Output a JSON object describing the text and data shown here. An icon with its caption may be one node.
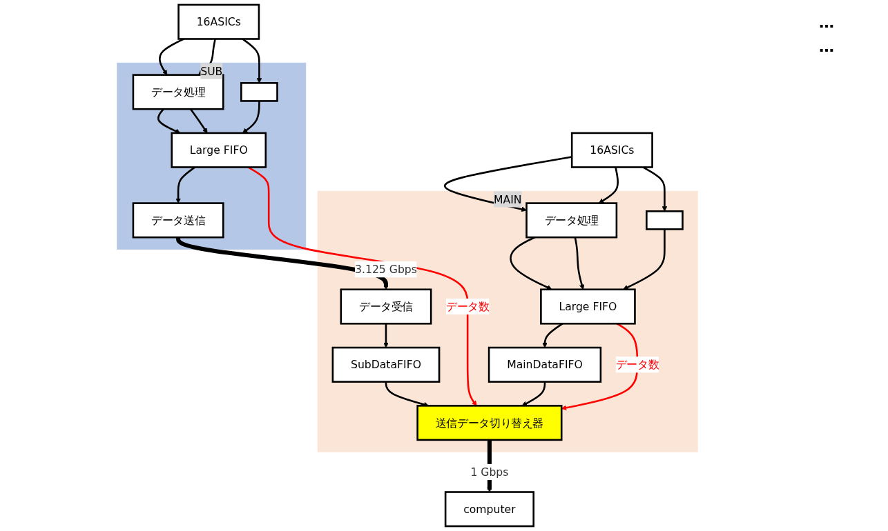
{
  "diagram": {
    "nodes": [
      {
        "text": [
          "16ASICs"
        ]
      },
      {
        "text": [
          "16ASICs"
        ]
      },
      {
        "text": [
          "SUB"
        ]
      },
      {
        "text": [
          "データ処理"
        ],
        "in": 2
      },
      {
        "text": [],
        "shape": "box",
        "in": 2
      },
      {
        "text": [
          "Large FIFO"
        ],
        "in": 2
      },
      {
        "text": [
          "データ送信"
        ],
        "in": 2
      },
      {
        "text": [
          "MAIN"
        ]
      },
      {
        "text": [
          "データ受信"
        ],
        "in": 7
      },
      {
        "text": [
          "データ処理"
        ],
        "in": 7
      },
      {
        "text": [],
        "shape": "box",
        "in": 7
      },
      {
        "text": [
          "Large FIFO"
        ],
        "in": 7
      },
      {
        "text": [
          "SubDataFIFO"
        ],
        "in": 7
      },
      {
        "text": [
          "MainDataFIFO"
        ],
        "in": 7
      },
      {
        "text": [
          "送信データ切り替え器"
        ],
        "in": 7
      },
      {
        "text": [
          "computer"
        ]
      }
    ],
    "edges": [
      {
        "from": 0,
        "to": 3,
        "arrow": "to"
      },
      {
        "from": 0,
        "to": 3,
        "arrow": "to"
      },
      {
        "from": 0,
        "to": 4,
        "arrow": "to"
      },
      {
        "from": 3,
        "to": 5,
        "arrow": "to"
      },
      {
        "from": 3,
        "to": 5,
        "arrow": "to"
      },
      {
        "from": 4,
        "to": 5,
        "arrow": "to"
      },
      {
        "from": 5,
        "to": 6,
        "arrow": "to"
      },
      {
        "from": 6,
        "to": 8,
        "arrow": "to",
        "label": "3.125 Gbps",
        "style": "thick"
      },
      {
        "from": 1,
        "to": 9,
        "arrow": "to"
      },
      {
        "from": 1,
        "to": 9,
        "arrow": "to"
      },
      {
        "from": 1,
        "to": 10,
        "arrow": "to"
      },
      {
        "from": 9,
        "to": 11,
        "arrow": "to"
      },
      {
        "from": 9,
        "to": 11,
        "arrow": "to"
      },
      {
        "from": 10,
        "to": 11,
        "arrow": "to"
      },
      {
        "from": 8,
        "to": 12,
        "arrow": "to"
      },
      {
        "from": 11,
        "to": 13,
        "arrow": "to"
      },
      {
        "from": 12,
        "to": 14,
        "arrow": "to"
      },
      {
        "from": 13,
        "to": 14,
        "arrow": "to"
      },
      {
        "from": 5,
        "to": 14,
        "arrow": "to",
        "label": "データ数",
        "color": "#ff0000"
      },
      {
        "from": 11,
        "to": 14,
        "arrow": "to",
        "label": "データ数",
        "color": "#ff0000"
      },
      {
        "from": 14,
        "to": 15,
        "arrow": "to",
        "label": "1 Gbps",
        "style": "thick"
      }
    ],
    "labels": [
      "…",
      "…"
    ]
  }
}
